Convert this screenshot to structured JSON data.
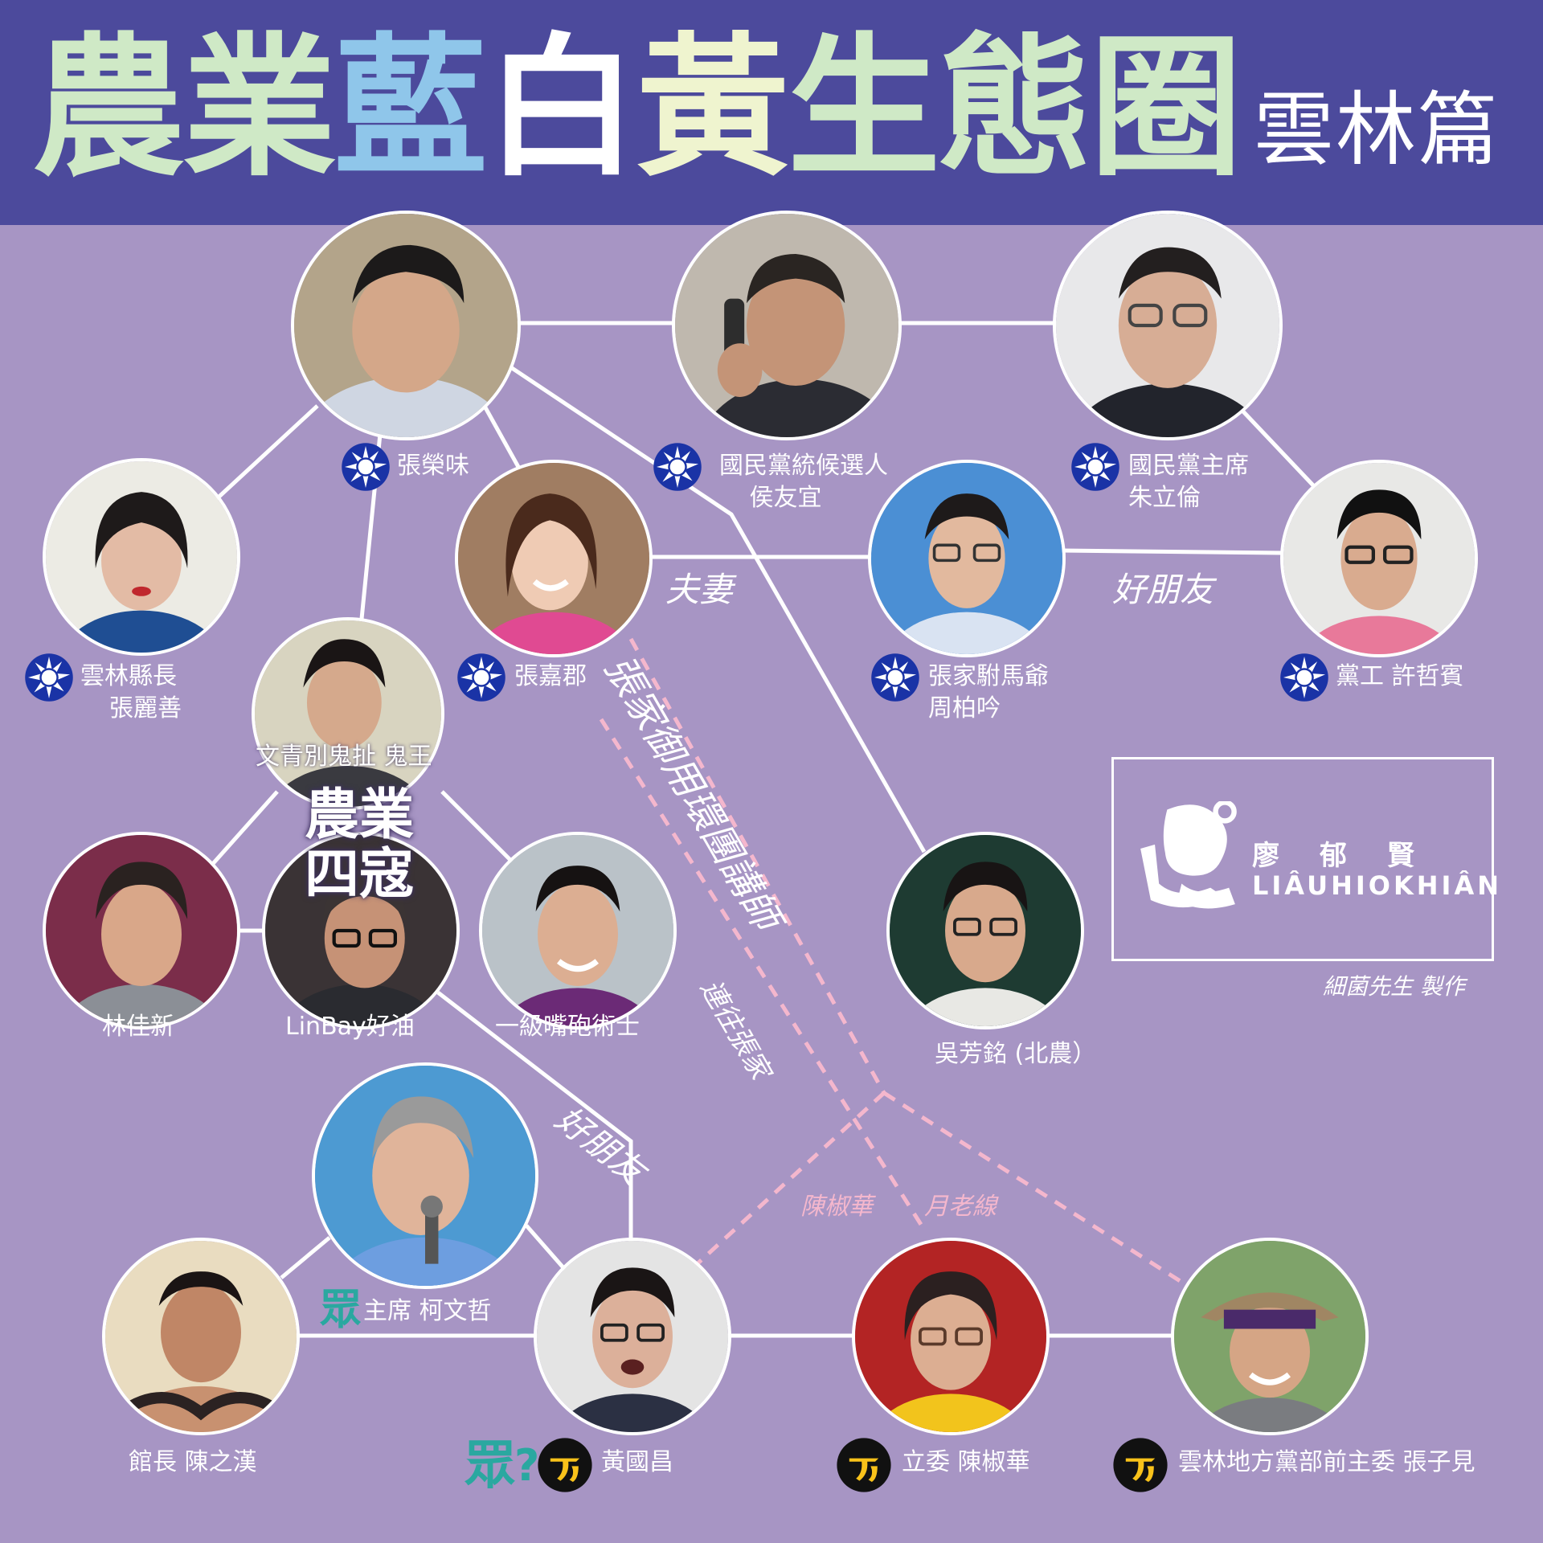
{
  "title": {
    "chars": [
      {
        "text": "農",
        "color": "#cfe9c6"
      },
      {
        "text": "業",
        "color": "#cfe9c6"
      },
      {
        "text": "藍",
        "color": "#8fc6ea"
      },
      {
        "text": "白",
        "color": "#ffffff"
      },
      {
        "text": "黃",
        "color": "#eff4cf"
      },
      {
        "text": "生",
        "color": "#cfe9c6"
      },
      {
        "text": "態",
        "color": "#cfe9c6"
      },
      {
        "text": "圈",
        "color": "#cfe9c6"
      }
    ],
    "subtitle": "雲林篇"
  },
  "colors": {
    "background": "#a795c4",
    "banner": "#4c4a9c",
    "line": "#ffffff",
    "dashed_line": "#f4b7cd",
    "kmt_blue": "#1a33a6",
    "npp_yellow": "#f9c21a",
    "tpp_teal": "#2aa8a0"
  },
  "people": {
    "zhang_rongwei": {
      "name": "張榮味",
      "party_icon": "kmt-emblem-icon"
    },
    "hou_youyi": {
      "title": "國民黨統候選人",
      "name": "侯友宜",
      "party_icon": "kmt-emblem-icon"
    },
    "zhu_lilun": {
      "title": "國民黨主席",
      "name": "朱立倫",
      "party_icon": "kmt-emblem-icon"
    },
    "zhang_lishan": {
      "title": "雲林縣長",
      "name": "張麗善",
      "party_icon": "kmt-emblem-icon"
    },
    "zhang_jiajun": {
      "name": "張嘉郡",
      "party_icon": "kmt-emblem-icon"
    },
    "zhou_boyin": {
      "title": "張家駙馬爺",
      "name": "周柏吟",
      "party_icon": "kmt-emblem-icon"
    },
    "xu_zhebin": {
      "name": "黨工 許哲賓",
      "party_icon": "kmt-emblem-icon"
    },
    "guiwang": {
      "name": "文青別鬼扯 鬼王"
    },
    "lin_jiaxin": {
      "name": "林佳新"
    },
    "linbay": {
      "name": "LinBay好油"
    },
    "yiji": {
      "name": "一級嘴砲術士"
    },
    "wu_fangming": {
      "name": "吳芳銘 (北農）"
    },
    "ke_wenzhe": {
      "name": "主席 柯文哲",
      "party_icon": "tpp-logo-icon"
    },
    "chen_zhihan": {
      "name": "館長 陳之漢"
    },
    "huang_guochang": {
      "name": "黃國昌",
      "party_icon": "npp-logo-icon"
    },
    "chen_jiaohua": {
      "name": "立委 陳椒華",
      "party_icon": "npp-logo-icon"
    },
    "zhang_zijian": {
      "name": "雲林地方黨部前主委 張子見",
      "party_icon": "npp-logo-icon"
    }
  },
  "group_label": "農業\n四寇",
  "relations": {
    "couple": "夫妻",
    "friends_1": "好朋友",
    "friends_2": "好朋友",
    "lecturer": "張家御用環團講師",
    "frequent": "連往張家",
    "chen_jiaohua_line": "陳椒華",
    "matchmaker_line": "月老線"
  },
  "party_marks": {
    "tpp_text": "眾",
    "question": "?"
  },
  "logo": {
    "name": "廖郁賢",
    "roman": "LIÂUHIOKHIÂN"
  },
  "credit": "細菌先生 製作"
}
